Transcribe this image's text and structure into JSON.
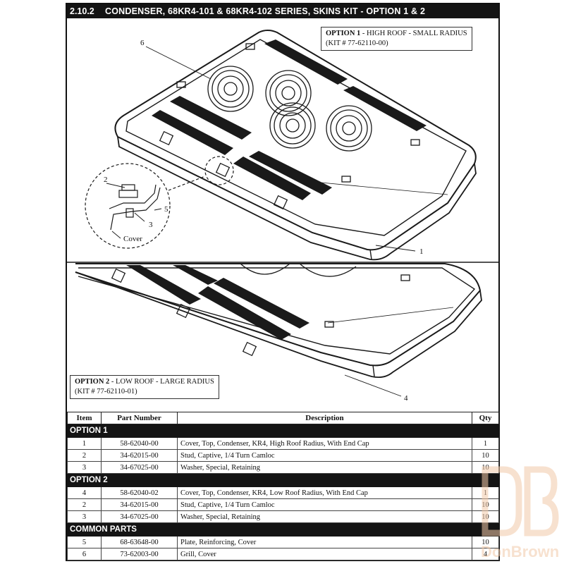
{
  "header": {
    "section_number": "2.10.2",
    "title": "CONDENSER, 68KR4-101 & 68KR4-102 SERIES, SKINS KIT - OPTION 1 & 2"
  },
  "option1_box": {
    "label": "OPTION 1",
    "desc": " - HIGH ROOF - SMALL RADIUS",
    "kit": "(KIT # 77-62110-00)"
  },
  "option2_box": {
    "label": "OPTION 2",
    "desc": " - LOW ROOF - LARGE RADIUS",
    "kit": "(KIT # 77-62110-01)"
  },
  "callouts": {
    "c1": "1",
    "c2": "2",
    "c3": "3",
    "c4": "4",
    "c5": "5",
    "c6": "6",
    "cover": "Cover"
  },
  "table": {
    "headers": [
      "Item",
      "Part Number",
      "Description",
      "Qty"
    ],
    "sections": [
      {
        "title": "OPTION 1",
        "rows": [
          [
            "1",
            "58-62040-00",
            "Cover, Top, Condenser, KR4, High Roof Radius, With End Cap",
            "1"
          ],
          [
            "2",
            "34-62015-00",
            "Stud, Captive, 1/4 Turn Camloc",
            "10"
          ],
          [
            "3",
            "34-67025-00",
            "Washer, Special, Retaining",
            "10"
          ]
        ]
      },
      {
        "title": "OPTION 2",
        "rows": [
          [
            "4",
            "58-62040-02",
            "Cover, Top, Condenser, KR4, Low Roof Radius, With End Cap",
            "1"
          ],
          [
            "2",
            "34-62015-00",
            "Stud, Captive, 1/4 Turn Camloc",
            "10"
          ],
          [
            "3",
            "34-67025-00",
            "Washer, Special, Retaining",
            "10"
          ]
        ]
      },
      {
        "title": "COMMON PARTS",
        "rows": [
          [
            "5",
            "68-63648-00",
            "Plate, Reinforcing, Cover",
            "10"
          ],
          [
            "6",
            "73-62003-00",
            "Grill, Cover",
            "4"
          ]
        ]
      }
    ]
  },
  "watermark": {
    "logo_text": "DB",
    "brand_text": "DonBrown"
  },
  "colors": {
    "header_bg": "#141414",
    "line": "#222222",
    "watermark": "#f2c9a8"
  }
}
